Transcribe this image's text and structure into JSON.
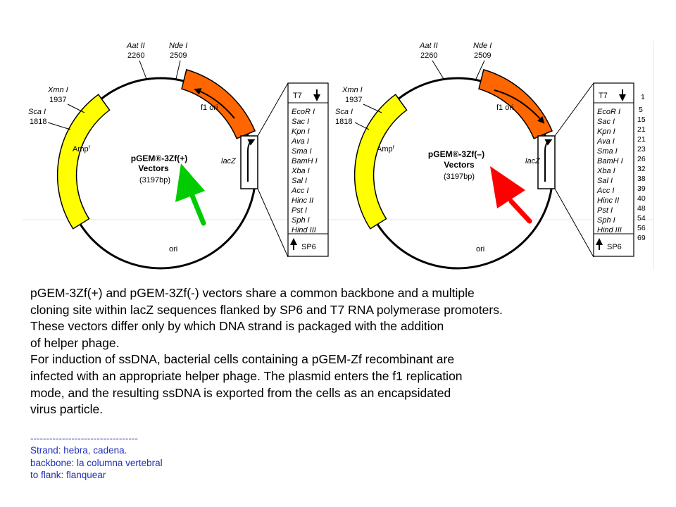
{
  "colors": {
    "amp": "#ffff00",
    "ori": "#ff6600",
    "green_arrow": "#00cc00",
    "red_arrow": "#ff0000",
    "glossary_text": "#1f2fb8"
  },
  "plasmids": [
    {
      "title": "pGEM®-3Zf(+)",
      "subtitle": "Vectors",
      "size": "(3197bp)",
      "arrow_color": "green",
      "sites": [
        {
          "name": "Aat II",
          "pos": "2260"
        },
        {
          "name": "Nde I",
          "pos": "2509"
        },
        {
          "name": "Xmn I",
          "pos": "1937"
        },
        {
          "name": "Sca I",
          "pos": "1818"
        }
      ],
      "labels": {
        "f1ori": "f1 ori",
        "amp": "Amp",
        "amp_sup": "r",
        "lacz": "lacZ",
        "ori": "ori"
      },
      "mcs": {
        "top_promoter": "T7",
        "bottom_promoter": "SP6",
        "enzymes": [
          "EcoR I",
          "Sac I",
          "Kpn I",
          "Ava I",
          "Sma I",
          "BamH I",
          "Xba I",
          "Sal I",
          "Acc I",
          "Hinc II",
          "Pst I",
          "Sph I",
          "Hind III"
        ],
        "positions": []
      }
    },
    {
      "title": "pGEM®-3Zf(–)",
      "subtitle": "Vectors",
      "size": "(3197bp)",
      "arrow_color": "red",
      "sites": [
        {
          "name": "Aat II",
          "pos": "2260"
        },
        {
          "name": "Nde I",
          "pos": "2509"
        },
        {
          "name": "Xmn I",
          "pos": "1937"
        },
        {
          "name": "Sca I",
          "pos": "1818"
        }
      ],
      "labels": {
        "f1ori": "f1 ori",
        "amp": "Amp",
        "amp_sup": "r",
        "lacz": "lacZ",
        "ori": "ori"
      },
      "mcs": {
        "top_promoter": "T7",
        "bottom_promoter": "SP6",
        "enzymes": [
          "EcoR I",
          "Sac I",
          "Kpn I",
          "Ava I",
          "Sma I",
          "BamH I",
          "Xba I",
          "Sal I",
          "Acc I",
          "Hinc II",
          "Pst I",
          "Sph I",
          "Hind III"
        ],
        "positions": [
          "1",
          "5",
          "15",
          "21",
          "21",
          "23",
          "26",
          "32",
          "38",
          "39",
          "40",
          "48",
          "54",
          "56",
          "69"
        ]
      }
    }
  ],
  "caption": {
    "lines": [
      "pGEM-3Zf(+) and pGEM-3Zf(-) vectors share a common backbone and a multiple",
      "cloning site within lacZ sequences flanked by SP6 and T7 RNA polymerase promoters.",
      "These vectors differ only by which DNA strand is packaged with the addition",
      "of helper phage.",
      "For induction of ssDNA, bacterial cells containing a pGEM-Zf recombinant are",
      "infected with an appropriate helper phage. The plasmid enters the f1 replication",
      "mode, and the resulting ssDNA is exported from the cells as an encapsidated",
      "virus particle."
    ]
  },
  "glossary": {
    "separator": "----------------------------------",
    "entries": [
      "Strand: hebra, cadena.",
      "backbone: la columna vertebral",
      "to flank: flanquear"
    ]
  }
}
